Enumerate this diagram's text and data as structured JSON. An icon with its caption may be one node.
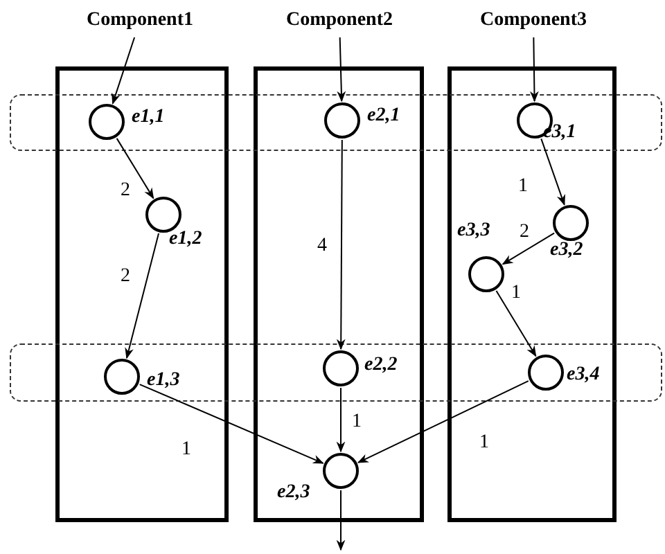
{
  "diagram": {
    "nodes": [
      {
        "text": [
          "Component1"
        ]
      },
      {
        "text": [
          "Component2"
        ]
      },
      {
        "text": [
          "Component3"
        ]
      },
      {
        "text": [],
        "shape": "circle",
        "beside": [
          "e1,1"
        ]
      },
      {
        "text": [],
        "shape": "circle",
        "beside": [
          "e1,2"
        ]
      },
      {
        "text": [],
        "shape": "circle",
        "beside": [
          "e1,3"
        ]
      },
      {
        "text": [],
        "shape": "circle",
        "beside": [
          "e2,1"
        ]
      },
      {
        "text": [],
        "shape": "circle",
        "beside": [
          "e2,2"
        ]
      },
      {
        "text": [],
        "shape": "circle",
        "beside": [
          "e2,3"
        ]
      },
      {
        "text": [],
        "shape": "circle",
        "beside": [
          "e3,1"
        ]
      },
      {
        "text": [],
        "shape": "circle",
        "beside": [
          "e3,2"
        ]
      },
      {
        "text": [],
        "shape": "circle",
        "beside": [
          "e3,3"
        ]
      },
      {
        "text": [],
        "shape": "circle",
        "beside": [
          "e3,4"
        ]
      }
    ],
    "edges": [
      {
        "from": 0,
        "to": 3,
        "arrow": "to"
      },
      {
        "from": 3,
        "to": 4,
        "arrow": "to",
        "label": "2"
      },
      {
        "from": 4,
        "to": 5,
        "arrow": "to",
        "label": "2"
      },
      {
        "from": 1,
        "to": 6,
        "arrow": "to"
      },
      {
        "from": 6,
        "to": 7,
        "arrow": "to",
        "label": "4"
      },
      {
        "from": 7,
        "to": 8,
        "arrow": "to",
        "label": "1"
      },
      {
        "from": 2,
        "to": 9,
        "arrow": "to"
      },
      {
        "from": 9,
        "to": 10,
        "arrow": "to",
        "label": "1"
      },
      {
        "from": 10,
        "to": 11,
        "arrow": "to",
        "label": "2"
      },
      {
        "from": 11,
        "to": 12,
        "arrow": "to",
        "label": "1"
      },
      {
        "from": 5,
        "to": 8,
        "arrow": "to",
        "label": "1"
      },
      {
        "from": 12,
        "to": 8,
        "arrow": "to",
        "label": "1"
      },
      {
        "from": 8,
        "to": null,
        "arrow": "to"
      }
    ]
  }
}
